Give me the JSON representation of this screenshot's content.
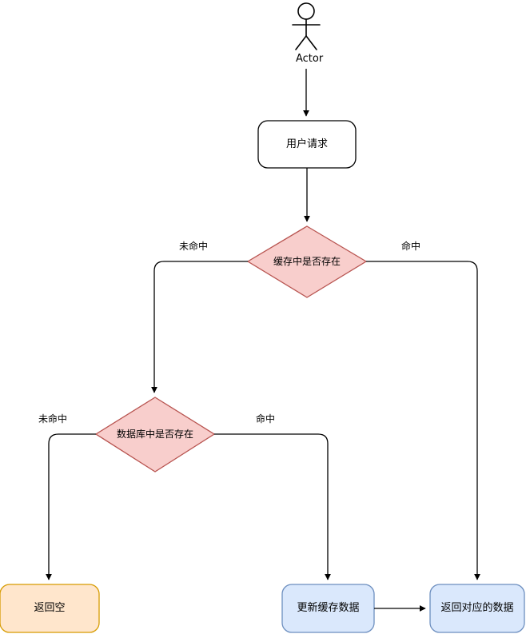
{
  "diagram": {
    "type": "flowchart",
    "title": "",
    "colors": {
      "decision_fill": "#f8cecc",
      "decision_stroke": "#b85450",
      "process_fill": "#dae8fc",
      "process_stroke": "#6c8ebf",
      "terminal_fill": "#ffe6cc",
      "terminal_stroke": "#d79b00",
      "plain_fill": "#ffffff",
      "plain_stroke": "#000000",
      "edge_stroke": "#000000",
      "text": "#000000"
    },
    "nodes": [
      {
        "id": "actor",
        "label": "Actor",
        "shape": "actor"
      },
      {
        "id": "request",
        "label": "用户请求",
        "shape": "rounded-rect",
        "style": "plain"
      },
      {
        "id": "cache_check",
        "label": "缓存中是否存在",
        "shape": "diamond",
        "style": "decision"
      },
      {
        "id": "db_check",
        "label": "数据库中是否存在",
        "shape": "diamond",
        "style": "decision"
      },
      {
        "id": "return_empty",
        "label": "返回空",
        "shape": "rounded-rect",
        "style": "terminal"
      },
      {
        "id": "update_cache",
        "label": "更新缓存数据",
        "shape": "rounded-rect",
        "style": "process"
      },
      {
        "id": "return_data",
        "label": "返回对应的数据",
        "shape": "rounded-rect",
        "style": "process"
      }
    ],
    "edges": [
      {
        "from": "actor",
        "to": "request",
        "label": ""
      },
      {
        "from": "request",
        "to": "cache_check",
        "label": ""
      },
      {
        "from": "cache_check",
        "to": "db_check",
        "label": "未命中"
      },
      {
        "from": "cache_check",
        "to": "return_data",
        "label": "命中"
      },
      {
        "from": "db_check",
        "to": "return_empty",
        "label": "未命中"
      },
      {
        "from": "db_check",
        "to": "update_cache",
        "label": "命中"
      },
      {
        "from": "update_cache",
        "to": "return_data",
        "label": ""
      }
    ],
    "edge_labels": {
      "cache_miss": "未命中",
      "cache_hit": "命中",
      "db_miss": "未命中",
      "db_hit": "命中"
    }
  }
}
